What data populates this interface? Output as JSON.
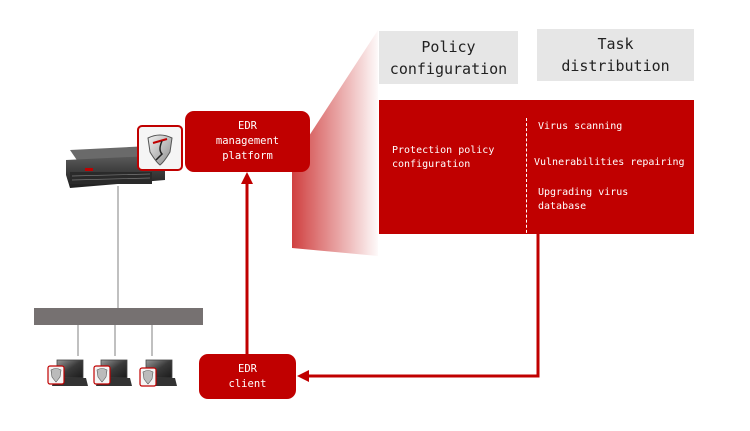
{
  "tabs": {
    "policy": {
      "line1": "Policy",
      "line2": "configuration"
    },
    "task": {
      "line1": "Task",
      "line2": "distribution"
    }
  },
  "detail_panel": {
    "left": {
      "line1": "Protection policy",
      "line2": "configuration"
    },
    "tasks": [
      {
        "line1": "Virus scanning"
      },
      {
        "line1": "Vulnerabilities repairing"
      },
      {
        "line1": "Upgrading virus",
        "line2": "database"
      }
    ]
  },
  "nodes": {
    "management": {
      "line1": "EDR",
      "line2": "management",
      "line3": "platform"
    },
    "client": {
      "line1": "EDR",
      "line2": "client"
    }
  },
  "icons": {
    "server": "server-icon",
    "shield": "shield-icon",
    "switch": "network-switch-icon",
    "laptop": "laptop-icon"
  },
  "colors": {
    "accent": "#c00000",
    "tab_bg": "#e6e6e6",
    "switch": "#767171",
    "wire": "#808080"
  }
}
